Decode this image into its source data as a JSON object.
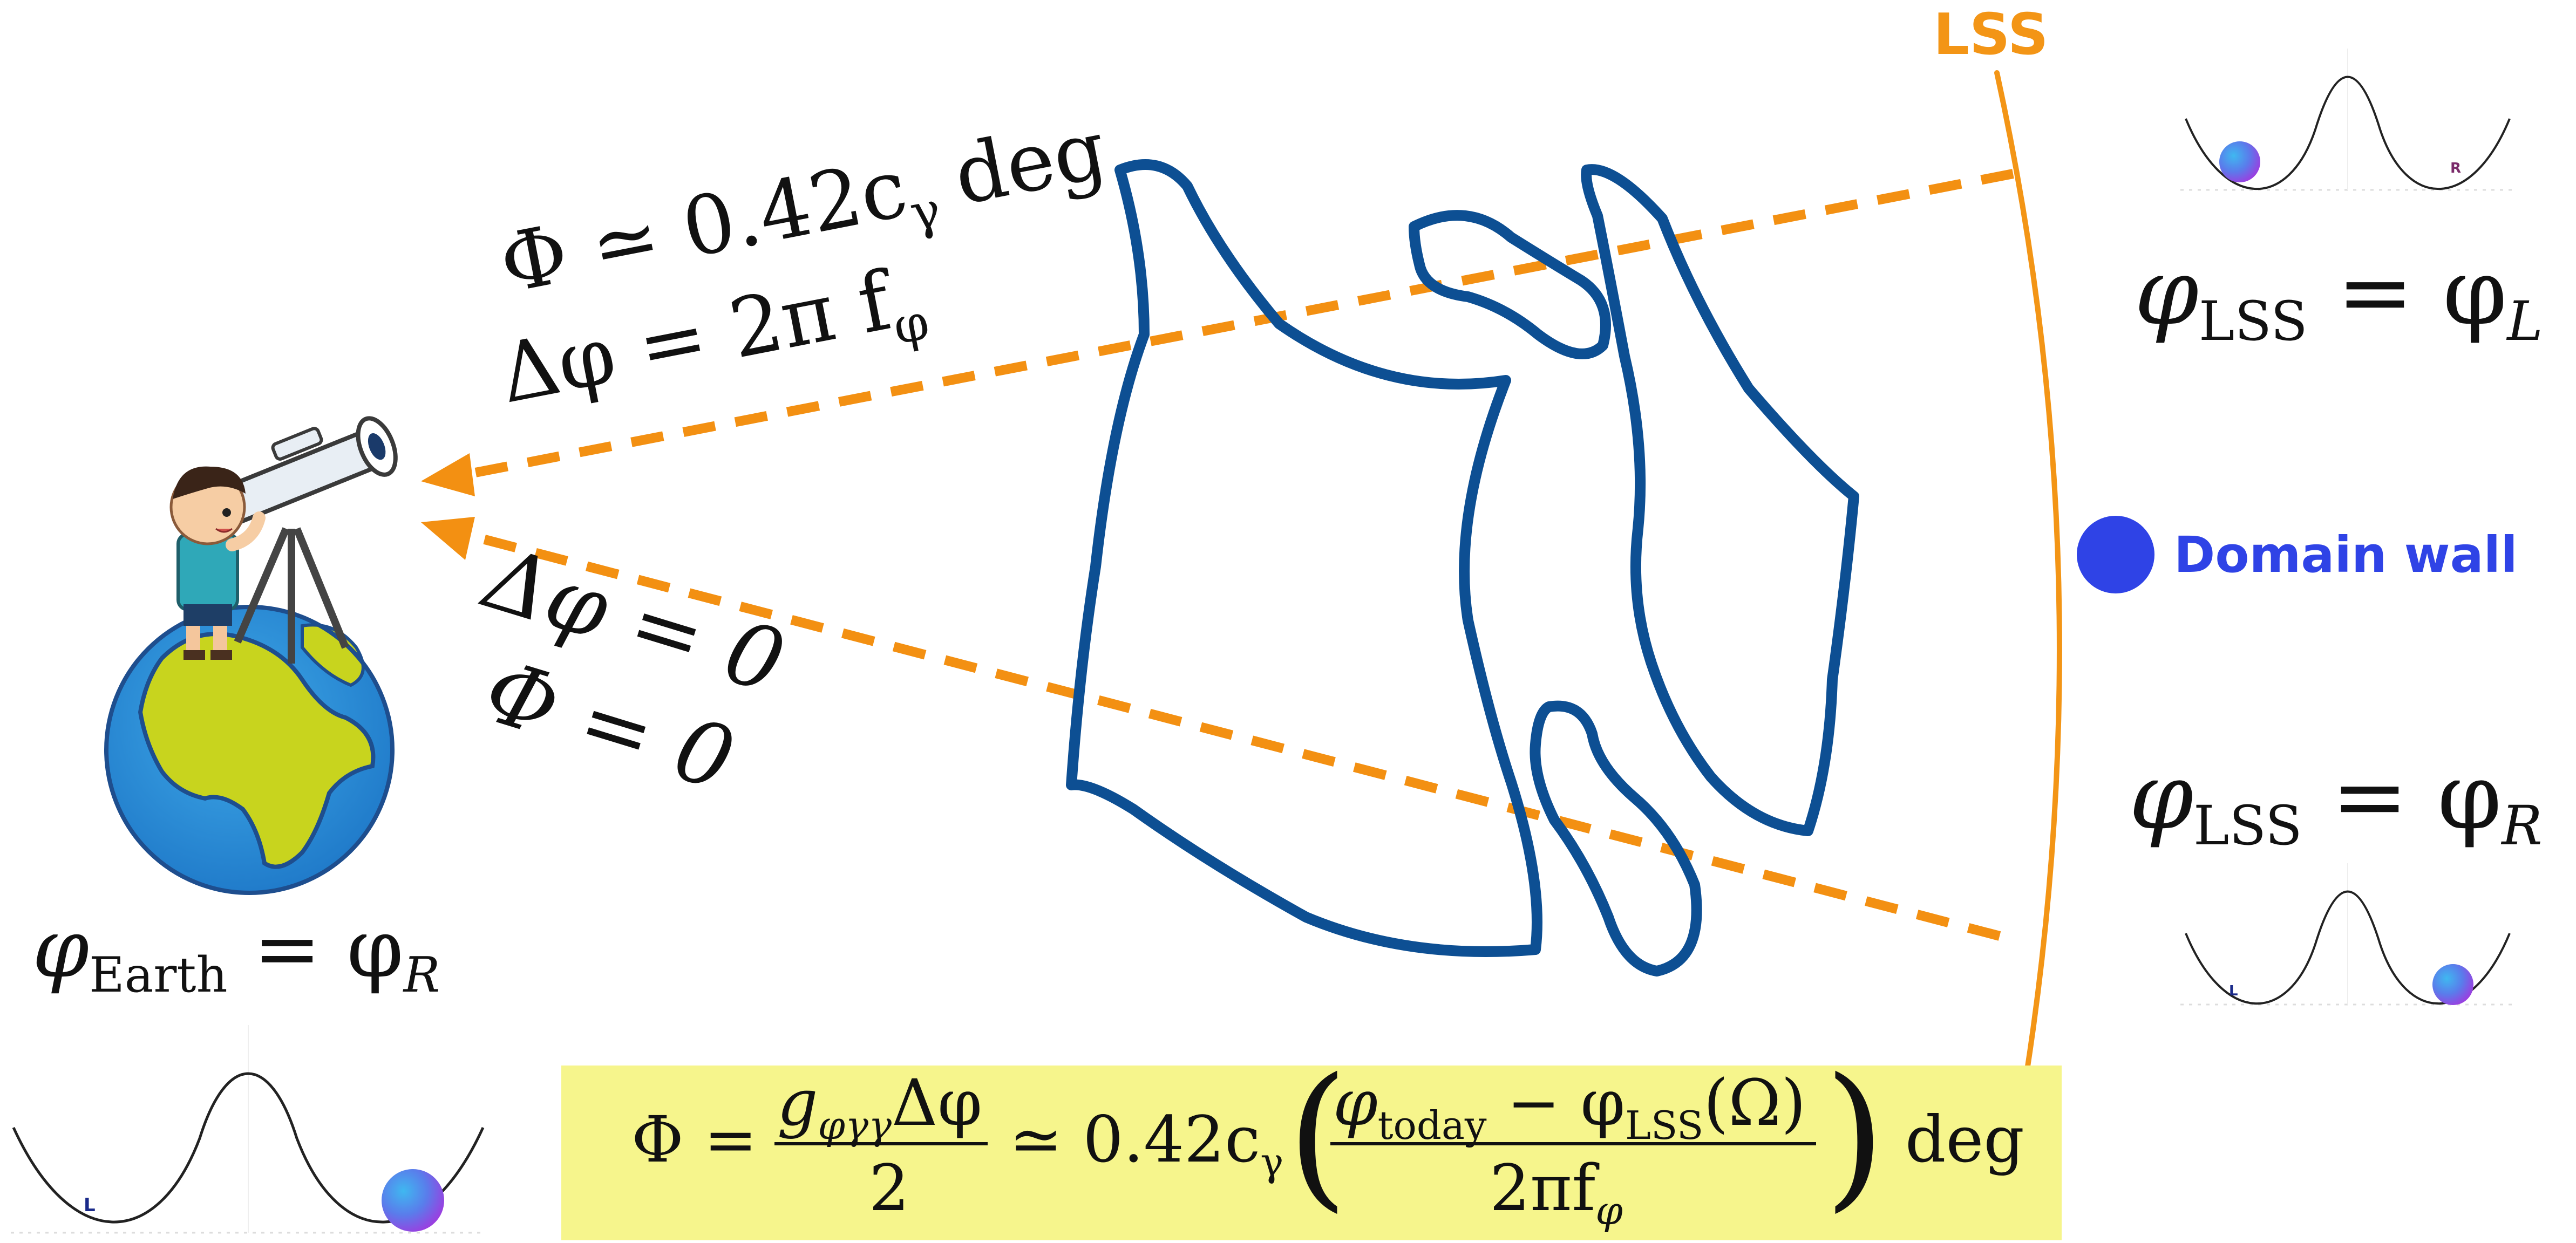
{
  "lss_label": "LSS",
  "domain_wall_label": "Domain wall",
  "upper_path": {
    "rotation_line1": "Φ ≃ 0.42c",
    "rotation_line1_sub": "γ",
    "rotation_line1_unit": "deg",
    "phase_line2": "Δφ = 2π f",
    "phase_line2_sub": "φ"
  },
  "lower_path": {
    "phase_line1": "Δφ = 0",
    "rotation_line2": "Φ = 0"
  },
  "lss_top_field": {
    "main": "φ",
    "sub": "LSS",
    "eq": " = φ",
    "rhs_sub": "L"
  },
  "lss_bottom_field": {
    "main": "φ",
    "sub": "LSS",
    "eq": " = φ",
    "rhs_sub": "R"
  },
  "earth_field": {
    "main": "φ",
    "sub": "Earth",
    "eq": " = φ",
    "rhs_sub": "R"
  },
  "potential_labels": {
    "left_min": "L",
    "right_min": "R"
  },
  "formula": {
    "lhs": "Φ =",
    "frac1_num": "g",
    "frac1_num_sub": "φγγ",
    "frac1_num_tail": "Δφ",
    "frac1_den": "2",
    "approx": "≃ 0.42c",
    "approx_sub": "γ",
    "frac2_num": "φ",
    "frac2_num_sub1": "today",
    "frac2_num_mid": " − φ",
    "frac2_num_sub2": "LSS",
    "frac2_num_tail": "(Ω)",
    "frac2_den": "2πf",
    "frac2_den_sub": "φ",
    "unit": "deg"
  },
  "colors": {
    "orange": "#F39516",
    "dashed_orange": "#F39012",
    "wall_blue": "#2F43E6",
    "domain_blue": "#0D4F93",
    "formula_bg": "#F6F58C",
    "ball_purple": "#7B3FE4",
    "ball_cyan": "#3FB8F0"
  },
  "icons": [
    "telescope-kid-icon",
    "earth-globe-icon",
    "potential-well-icon"
  ]
}
